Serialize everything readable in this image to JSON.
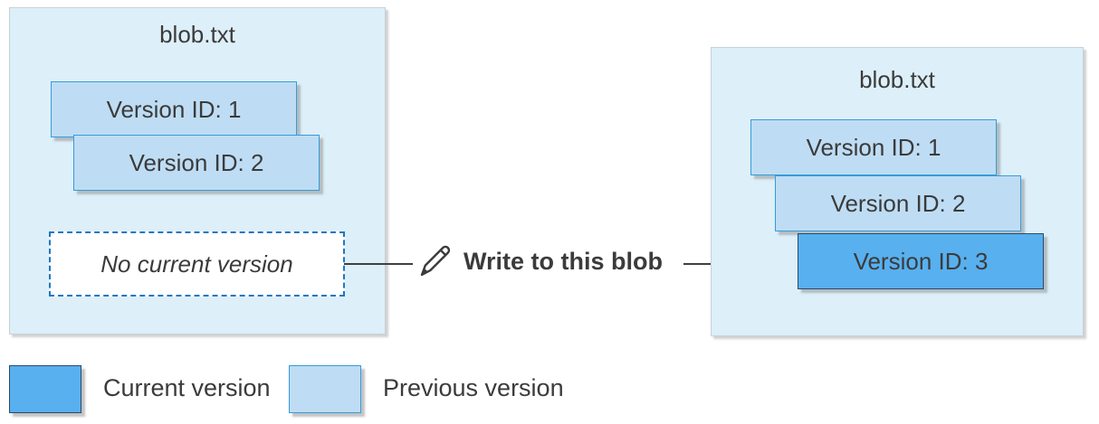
{
  "left_blob": {
    "title": "blob.txt",
    "versions": [
      {
        "label": "Version ID: 1",
        "state": "previous"
      },
      {
        "label": "Version ID: 2",
        "state": "previous"
      }
    ],
    "no_current_label": "No current version"
  },
  "action": {
    "icon": "pencil-icon",
    "label": "Write to this blob"
  },
  "right_blob": {
    "title": "blob.txt",
    "versions": [
      {
        "label": "Version ID: 1",
        "state": "previous"
      },
      {
        "label": "Version ID: 2",
        "state": "previous"
      },
      {
        "label": "Version ID: 3",
        "state": "current"
      }
    ]
  },
  "legend": {
    "items": [
      {
        "label": "Current version",
        "color": "#58B0EF"
      },
      {
        "label": "Previous version",
        "color": "#BEDDF4"
      }
    ]
  },
  "colors": {
    "container_fill": "#DDEFF9",
    "previous_fill": "#BEDDF4",
    "previous_border": "#359CD9",
    "current_fill": "#58B0EF",
    "current_border": "#2B4A6B",
    "dashed_border": "#2178BE",
    "text": "#3B3B3B",
    "arrow": "#404040"
  }
}
